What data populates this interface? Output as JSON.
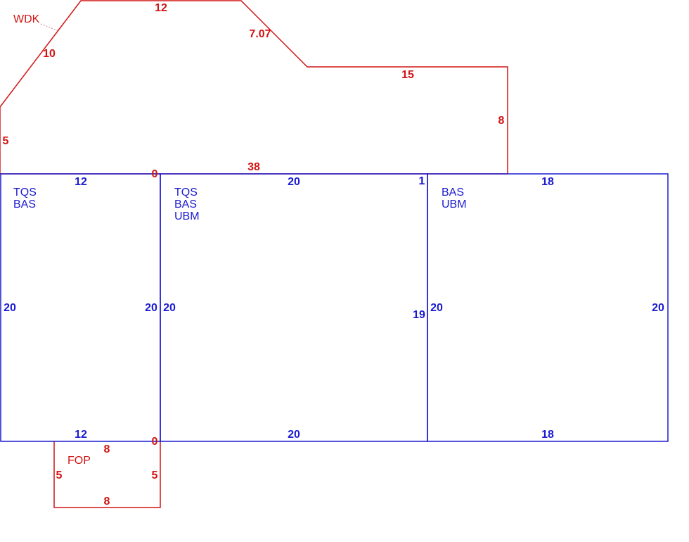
{
  "colors": {
    "red": "#d21414",
    "blue": "#1a1ad0",
    "leader": "#d28080"
  },
  "wdk": {
    "label": "WDK",
    "dims": {
      "top": "12",
      "diag_right": "7.07",
      "diag_left": "10",
      "step": "15",
      "right": "8",
      "left": "5",
      "bottom": "38",
      "bottom_left_zero": "0",
      "bottom_right_one": "1"
    }
  },
  "room1": {
    "labels": [
      "TQS",
      "BAS"
    ],
    "dims": {
      "top": "12",
      "bottom": "12",
      "left": "20",
      "right": "20"
    }
  },
  "room2": {
    "labels": [
      "TQS",
      "BAS",
      "UBM"
    ],
    "dims": {
      "top": "20",
      "bottom": "20",
      "left": "20",
      "right": "19"
    }
  },
  "room3": {
    "labels": [
      "BAS",
      "UBM"
    ],
    "dims": {
      "top": "18",
      "bottom": "18",
      "left": "20",
      "right": "20"
    }
  },
  "fop": {
    "label": "FOP",
    "dims": {
      "top": "8",
      "bottom": "8",
      "left": "5",
      "right": "5",
      "corner_zero": "0"
    }
  }
}
